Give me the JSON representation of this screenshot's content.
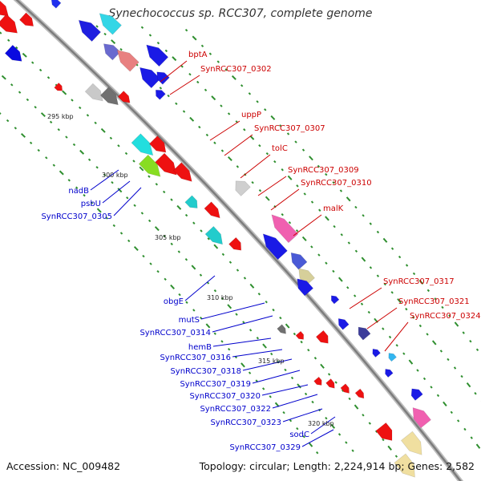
{
  "title": "Synechococcus sp. RCC307, complete genome",
  "footer": {
    "accession": "Accession: NC_009482",
    "summary": "Topology: circular; Length: 2,224,914 bp; Genes: 2,582"
  },
  "colors": {
    "forward_label": "#cc0000",
    "reverse_label": "#0000cc",
    "backbone": "#8c8c8c",
    "tick_dots": "#2f8f2f"
  },
  "ticks": [
    {
      "label": "295 kbp"
    },
    {
      "label": "300 kbp"
    },
    {
      "label": "305 kbp"
    },
    {
      "label": "310 kbp"
    },
    {
      "label": "315 kbp"
    },
    {
      "label": "320 kbp"
    }
  ],
  "forward_labels": [
    {
      "text": "bptA"
    },
    {
      "text": "SynRCC307_0302"
    },
    {
      "text": "uppP"
    },
    {
      "text": "SynRCC307_0307"
    },
    {
      "text": "tolC"
    },
    {
      "text": "SynRCC307_0309"
    },
    {
      "text": "SynRCC307_0310"
    },
    {
      "text": "malK"
    },
    {
      "text": "SynRCC307_0317"
    },
    {
      "text": "SynRCC307_0321"
    },
    {
      "text": "SynRCC307_0324"
    }
  ],
  "reverse_labels": [
    {
      "text": "nadB"
    },
    {
      "text": "psbU"
    },
    {
      "text": "SynRCC307_0305"
    },
    {
      "text": "obgE"
    },
    {
      "text": "mutS"
    },
    {
      "text": "SynRCC307_0314"
    },
    {
      "text": "hemB"
    },
    {
      "text": "SynRCC307_0316"
    },
    {
      "text": "SynRCC307_0318"
    },
    {
      "text": "SynRCC307_0319"
    },
    {
      "text": "SynRCC307_0320"
    },
    {
      "text": "SynRCC307_0322"
    },
    {
      "text": "SynRCC307_0323"
    },
    {
      "text": "sodC"
    },
    {
      "text": "SynRCC307_0329"
    }
  ]
}
